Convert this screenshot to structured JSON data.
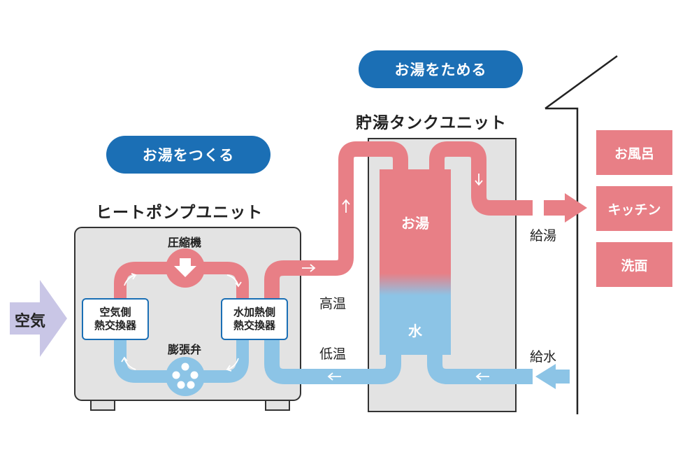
{
  "pills": {
    "make_hot_water": "お湯をつくる",
    "store_hot_water": "お湯をためる"
  },
  "units": {
    "heat_pump": "ヒートポンプユニット",
    "storage_tank": "貯湯タンクユニット"
  },
  "components": {
    "compressor": "圧縮機",
    "expansion_valve": "膨張弁",
    "air_hx_line1": "空気側",
    "air_hx_line2": "熱交換器",
    "water_hx_line1": "水加熱側",
    "water_hx_line2": "熱交換器"
  },
  "labels": {
    "air": "空気",
    "high_temp": "高温",
    "low_temp": "低温",
    "hot_supply": "給湯",
    "water_supply": "給水"
  },
  "tank": {
    "hot": "お湯",
    "water": "水"
  },
  "destinations": [
    "お風呂",
    "キッチン",
    "洗面"
  ],
  "colors": {
    "hot": "#e87f86",
    "cold": "#8cc4e6",
    "pill": "#1b6fb5",
    "unit_gray": "#e3e3e3",
    "air": "#c9c6e6"
  }
}
